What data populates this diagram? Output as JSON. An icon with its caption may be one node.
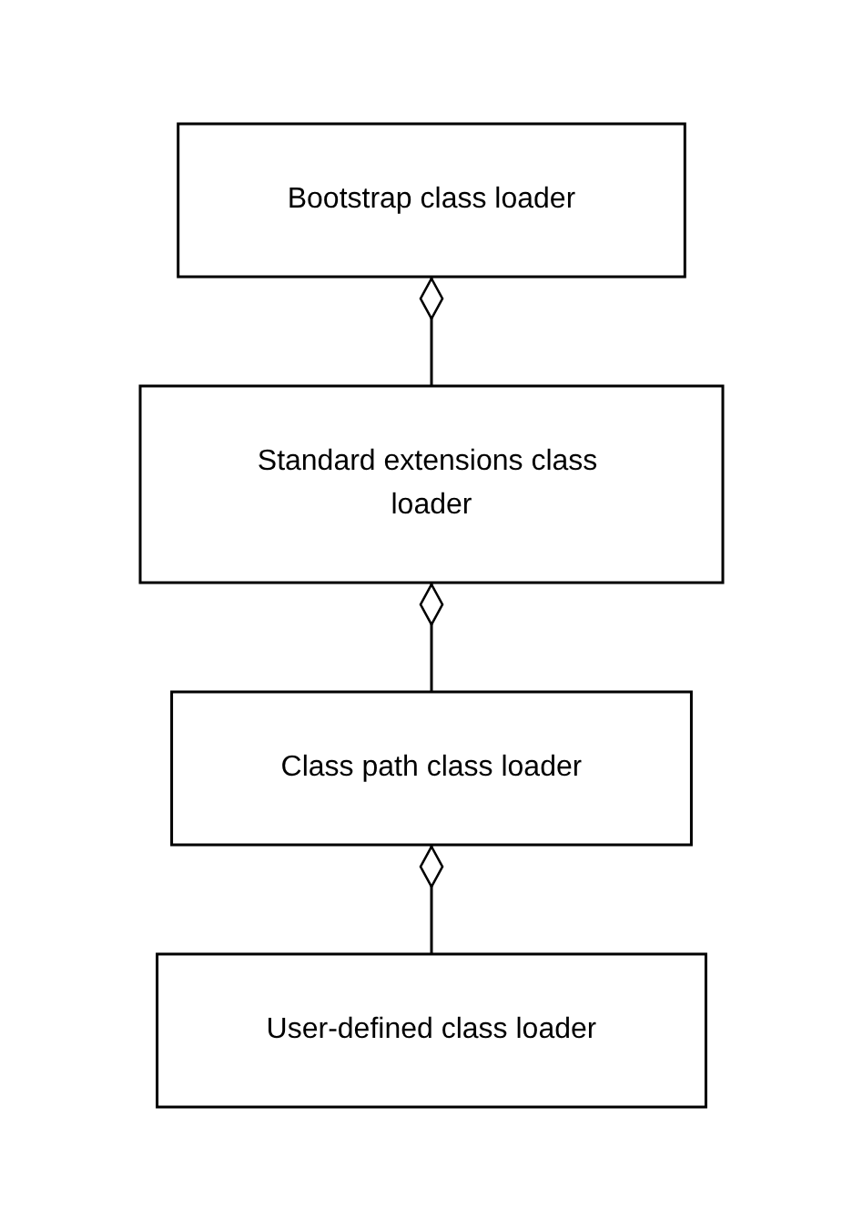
{
  "diagram": {
    "nodes": [
      {
        "text": [
          "Bootstrap class loader"
        ]
      },
      {
        "text": [
          "Standard extensions class loader"
        ]
      },
      {
        "text": [
          "Class path class loader"
        ]
      },
      {
        "text": [
          "User-defined class loader"
        ]
      }
    ],
    "edges": [
      {
        "from": 0,
        "to": 1,
        "arrow": "other"
      },
      {
        "from": 1,
        "to": 2,
        "arrow": "other"
      },
      {
        "from": 2,
        "to": 3,
        "arrow": "other"
      }
    ]
  }
}
